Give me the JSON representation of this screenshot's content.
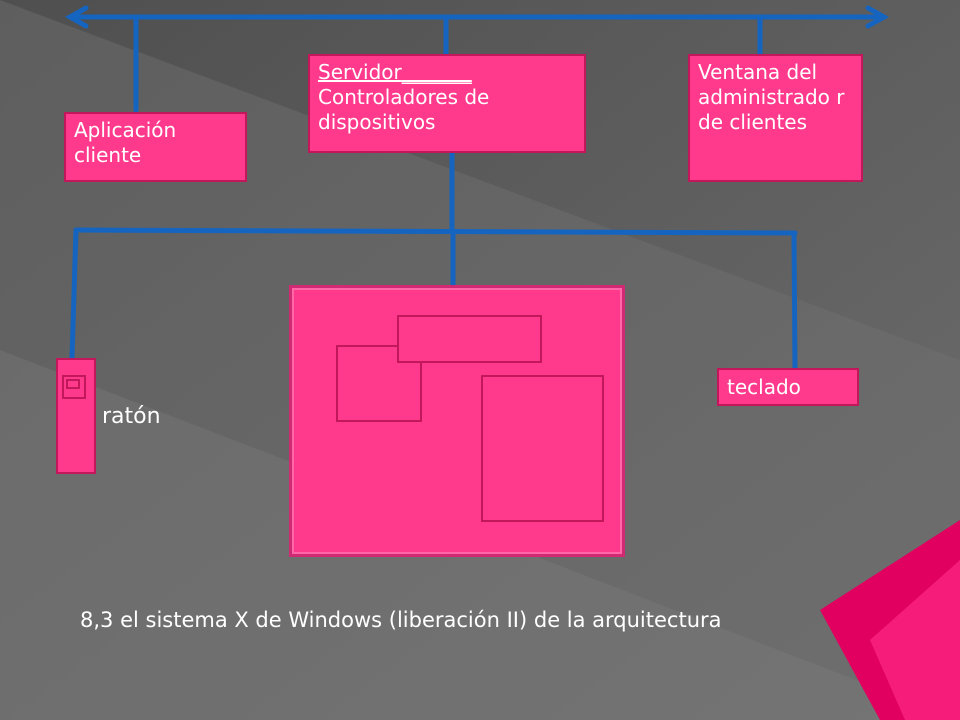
{
  "nodes": {
    "client_app": "Aplicación cliente",
    "server_name": "Servidor",
    "server_blank": "_______",
    "server_drivers": "Controladores de dispositivos",
    "window_manager": "Ventana del administrado r de clientes",
    "keyboard": "teclado",
    "mouse": "ratón"
  },
  "caption": "8,3 el sistema X de Windows (liberación II) de la arquitectura",
  "colors": {
    "box_fill": "#ff3a8c",
    "box_border": "#c2185b",
    "connector": "#1565c0",
    "background": "#5a5a5a"
  }
}
